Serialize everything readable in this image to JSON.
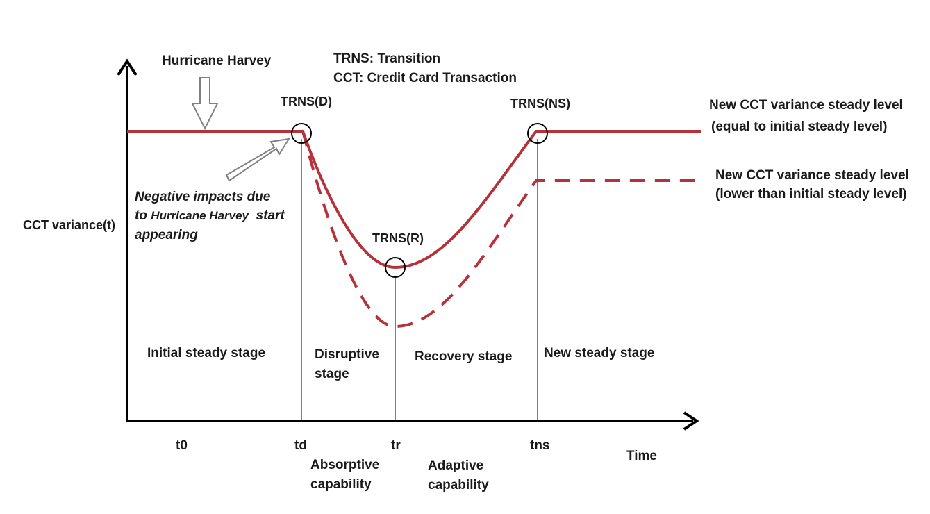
{
  "diagram": {
    "legend": {
      "trns": "TRNS: Transition",
      "cct": "CCT: Credit Card Transaction"
    },
    "event": {
      "label": "Hurricane Harvey"
    },
    "impact_note": {
      "line1": "Negative impacts due",
      "line2_prefix": "to ",
      "line2_event": "Hurricane Harvey",
      "line2_suffix": "  start",
      "line3": "appearing"
    },
    "y_axis_label": "CCT variance(t)",
    "x_axis_label": "Time",
    "transitions": {
      "d": "TRNS(D)",
      "r": "TRNS(R)",
      "ns": "TRNS(NS)"
    },
    "time_ticks": {
      "t0": "t0",
      "td": "td",
      "tr": "tr",
      "tns": "tns"
    },
    "stages": {
      "initial": "Initial steady stage",
      "disruptive_1": "Disruptive",
      "disruptive_2": "stage",
      "recovery": "Recovery stage",
      "new": "New steady stage"
    },
    "capabilities": {
      "absorptive_1": "Absorptive",
      "absorptive_2": "capability",
      "adaptive_1": "Adaptive",
      "adaptive_2": "capability"
    },
    "outcomes": {
      "equal_1": "New CCT variance steady level",
      "equal_2": "(equal to initial steady level)",
      "lower_1": "New CCT variance steady level",
      "lower_2": "(lower than initial steady level)"
    },
    "colors": {
      "curve": "#b5323a",
      "axis": "#000000",
      "arrow_outline": "#808080"
    }
  }
}
